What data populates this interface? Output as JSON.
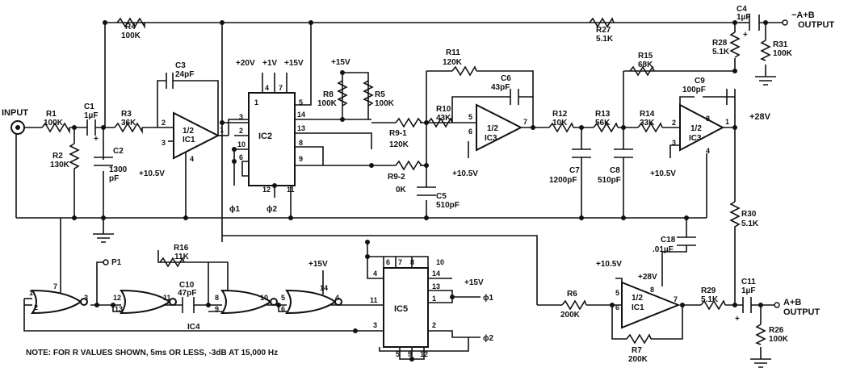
{
  "components": {
    "r1": {
      "ref": "R1",
      "val": "100K"
    },
    "r2": {
      "ref": "R2",
      "val": "130K"
    },
    "r3": {
      "ref": "R3",
      "val": "36K"
    },
    "r4": {
      "ref": "R4",
      "val": "100K"
    },
    "r5": {
      "ref": "R5",
      "val": "100K"
    },
    "r6": {
      "ref": "R6",
      "val": "200K"
    },
    "r7": {
      "ref": "R7",
      "val": "200K"
    },
    "r8": {
      "ref": "R8",
      "val": "100K"
    },
    "r9_1": {
      "ref": "R9-1",
      "val": "120K"
    },
    "r9_2": {
      "ref": "R9-2",
      "val": "0K"
    },
    "r10": {
      "ref": "R10",
      "val": "43K"
    },
    "r11": {
      "ref": "R11",
      "val": "120K"
    },
    "r12": {
      "ref": "R12",
      "val": "10K"
    },
    "r13": {
      "ref": "R13",
      "val": "56K"
    },
    "r14": {
      "ref": "R14",
      "val": "33K"
    },
    "r15": {
      "ref": "R15",
      "val": "68K"
    },
    "r16": {
      "ref": "R16",
      "val": "11K"
    },
    "r26": {
      "ref": "R26",
      "val": "100K"
    },
    "r27": {
      "ref": "R27",
      "val": "5.1K"
    },
    "r28": {
      "ref": "R28",
      "val": "5.1K"
    },
    "r29": {
      "ref": "R29",
      "val": "5.1K"
    },
    "r30": {
      "ref": "R30",
      "val": "5.1K"
    },
    "r31": {
      "ref": "R31",
      "val": "100K"
    },
    "c1": {
      "ref": "C1",
      "val": "1µF"
    },
    "c2": {
      "ref": "C2",
      "val1": "1300",
      "val2": "pF"
    },
    "c3": {
      "ref": "C3",
      "val": "24pF"
    },
    "c4": {
      "ref": "C4",
      "val": "1µF"
    },
    "c5": {
      "ref": "C5",
      "val": "510pF"
    },
    "c6": {
      "ref": "C6",
      "val": "43pF"
    },
    "c7": {
      "ref": "C7",
      "val": "1200pF"
    },
    "c8": {
      "ref": "C8",
      "val": "510pF"
    },
    "c9": {
      "ref": "C9",
      "val": "100pF"
    },
    "c10": {
      "ref": "C10",
      "val": "47pF"
    },
    "c11": {
      "ref": "C11",
      "val": "1µF"
    },
    "c18": {
      "ref": "C18",
      "val": ".01µF"
    }
  },
  "ics": {
    "ic1a": {
      "part": "1/2",
      "name": "IC1"
    },
    "ic1b": {
      "part": "1/2",
      "name": "IC1"
    },
    "ic2": {
      "name": "IC2"
    },
    "ic3a": {
      "part": "1/2",
      "name": "IC3"
    },
    "ic3b": {
      "part": "1/2",
      "name": "IC3"
    },
    "ic4": {
      "name": "IC4"
    },
    "ic5": {
      "name": "IC5"
    }
  },
  "supplies": {
    "v20": "+20V",
    "v1": "+1V",
    "v15": "+15V",
    "v15b": "+15V",
    "v15c": "+15V",
    "v15d": "+15V",
    "v10_5a": "+10.5V",
    "v10_5b": "+10.5V",
    "v10_5c": "+10.5V",
    "v10_5d": "+10.5V",
    "v28a": "+28V",
    "v28b": "+28V"
  },
  "signals": {
    "input": "INPUT",
    "p1": "P1",
    "phi1a": "ϕ1",
    "phi2a": "ϕ2",
    "phi1b": "ϕ1",
    "phi2b": "ϕ2",
    "out_minus_1": "−A+B",
    "out_minus_2": "OUTPUT",
    "out_plus_1": "A+B",
    "out_plus_2": "OUTPUT"
  },
  "pins": {
    "ic1a": [
      "2",
      "3",
      "1",
      "4"
    ],
    "ic1b": [
      "5",
      "6",
      "7",
      "8"
    ],
    "ic2": [
      "1",
      "2",
      "3",
      "4",
      "5",
      "6",
      "7",
      "8",
      "9",
      "10",
      "11",
      "12",
      "13",
      "14"
    ],
    "ic3a": [
      "5",
      "6",
      "7"
    ],
    "ic3b": [
      "2",
      "3",
      "1",
      "8",
      "4"
    ],
    "ic4": [
      "1",
      "2",
      "7",
      "3",
      "12",
      "13",
      "11",
      "8",
      "9",
      "10",
      "5",
      "6",
      "14",
      "4"
    ],
    "ic5": [
      "6",
      "7",
      "8",
      "10",
      "4",
      "14",
      "13",
      "1",
      "11",
      "3",
      "2",
      "5",
      "9",
      "12"
    ]
  },
  "note": "NOTE: FOR R VALUES SHOWN, 5ms OR LESS, -3dB AT 15,000 Hz"
}
